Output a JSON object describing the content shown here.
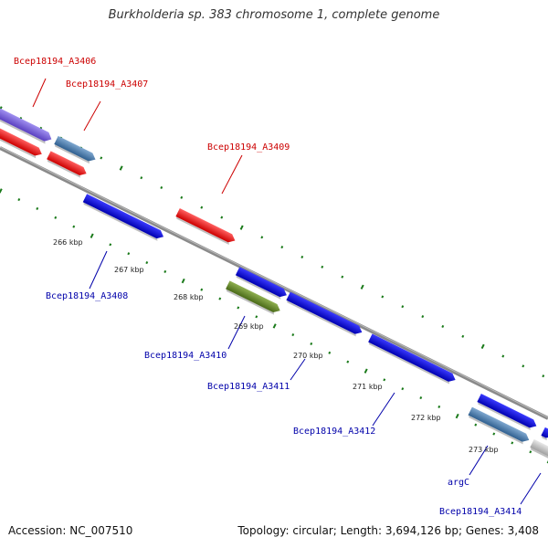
{
  "title": "Burkholderia sp. 383 chromosome 1, complete genome",
  "accession": "Accession: NC_007510",
  "summary": "Topology: circular; Length: 3,694,126 bp; Genes: 3,408",
  "colors": {
    "forward_label": "#cc0000",
    "reverse_label": "#0000aa",
    "tick_dot": "#1a7a1a",
    "backbone": "#8a8a8a"
  },
  "ticks": [
    {
      "label": "266 kbp"
    },
    {
      "label": "267 kbp"
    },
    {
      "label": "268 kbp"
    },
    {
      "label": "269 kbp"
    },
    {
      "label": "270 kbp"
    },
    {
      "label": "271 kbp"
    },
    {
      "label": "272 kbp"
    },
    {
      "label": "273 kbp"
    }
  ],
  "genes": [
    {
      "label": "Bcep18194_A3406",
      "strand": "forward"
    },
    {
      "label": "Bcep18194_A3407",
      "strand": "forward"
    },
    {
      "label": "Bcep18194_A3409",
      "strand": "forward"
    },
    {
      "label": "Bcep18194_A3408",
      "strand": "reverse"
    },
    {
      "label": "Bcep18194_A3410",
      "strand": "reverse"
    },
    {
      "label": "Bcep18194_A3411",
      "strand": "reverse"
    },
    {
      "label": "Bcep18194_A3412",
      "strand": "reverse"
    },
    {
      "label": "argC",
      "strand": "reverse"
    },
    {
      "label": "Bcep18194_A3414",
      "strand": "reverse"
    }
  ]
}
